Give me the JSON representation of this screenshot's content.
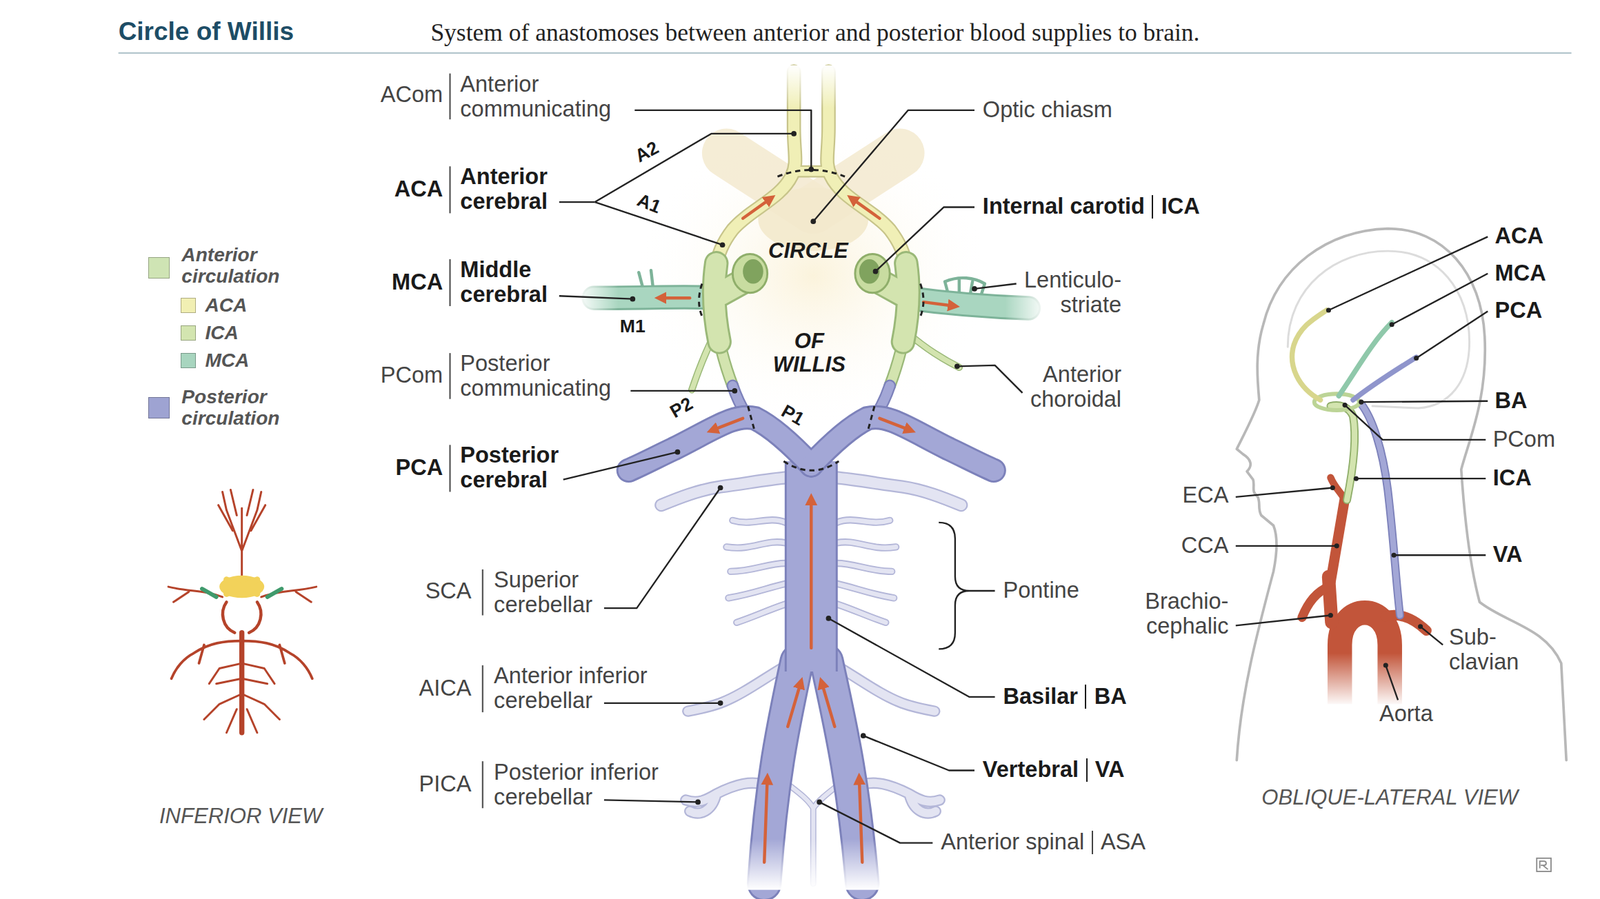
{
  "diagram": {
    "title": "Circle of Willis",
    "caption": "System of anastomoses between anterior and posterior blood supplies to brain.",
    "labels": [
      "ACom",
      "Anterior communicating",
      "A2",
      "Optic chiasm",
      "ACA",
      "Anterior cerebral",
      "A1",
      "CIRCLE",
      "Internal carotid",
      "ICA",
      "MCA",
      "Middle cerebral",
      "M1",
      "Lenticulo- striate",
      "OF WILLIS",
      "PCom",
      "Posterior communicating",
      "Anterior choroidal",
      "P2",
      "P1",
      "PCA",
      "Posterior cerebral",
      "SCA",
      "Superior cerebellar",
      "Pontine",
      "AICA",
      "Anterior inferior cerebellar",
      "Basilar",
      "BA",
      "PICA",
      "Posterior inferior cerebellar",
      "Vertebral",
      "VA",
      "Anterior spinal",
      "ASA",
      "INFERIOR VIEW",
      "ACA",
      "MCA",
      "PCA",
      "BA",
      "PCom",
      "ECA",
      "ICA",
      "CCA",
      "VA",
      "Brachio- cephalic",
      "Sub- clavian",
      "Aorta",
      "OBLIQUE-LATERAL VIEW"
    ],
    "legend": [
      {
        "text": "Anterior circulation",
        "color": "#cfe4b4"
      },
      {
        "text": "ACA",
        "color": "#f1efb3"
      },
      {
        "text": "ICA",
        "color": "#d3e5b0"
      },
      {
        "text": "MCA",
        "color": "#a8d5bf"
      },
      {
        "text": "Posterior circulation",
        "color": "#9ea3d2"
      }
    ]
  }
}
